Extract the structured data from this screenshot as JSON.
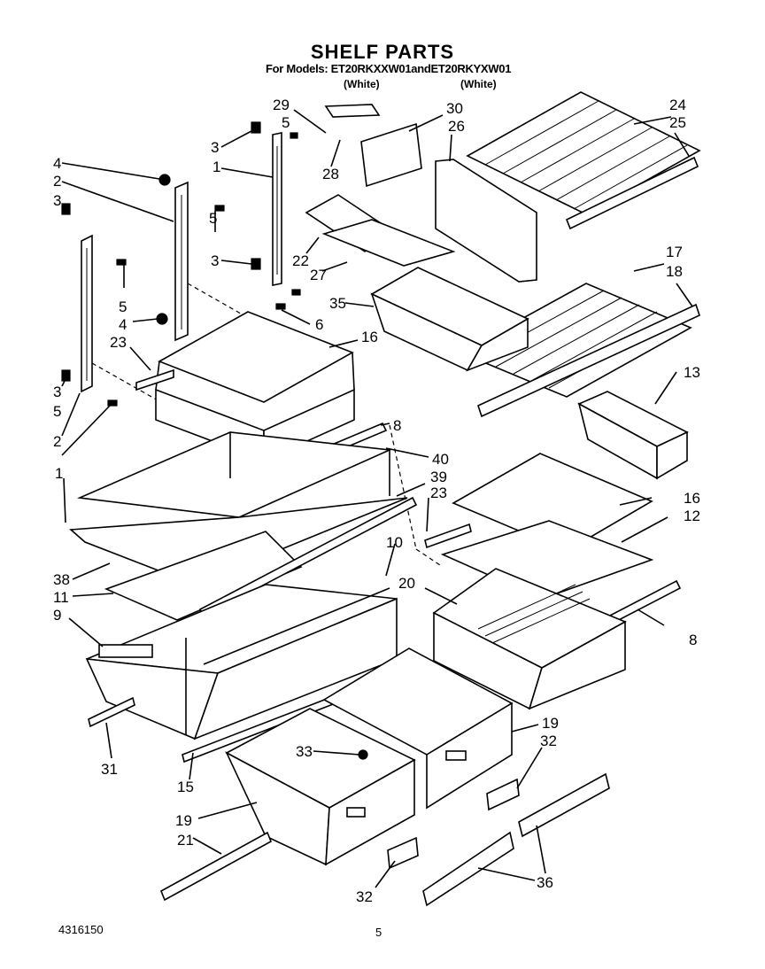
{
  "header": {
    "title": "SHELF PARTS",
    "models_line": "For Models: ET20RKXXW01andET20RKYXW01",
    "color_1": "(White)",
    "color_2": "(White)"
  },
  "callouts": {
    "c1": "1",
    "c2": "2",
    "c3": "3",
    "c4": "4",
    "c5": "5",
    "c6": "6",
    "c8": "8",
    "c9": "9",
    "c10": "10",
    "c11": "11",
    "c12": "12",
    "c13": "13",
    "c15": "15",
    "c16": "16",
    "c17": "17",
    "c18": "18",
    "c19": "19",
    "c20": "20",
    "c21": "21",
    "c22": "22",
    "c23": "23",
    "c24": "24",
    "c25": "25",
    "c26": "26",
    "c27": "27",
    "c28": "28",
    "c29": "29",
    "c30": "30",
    "c31": "31",
    "c32": "32",
    "c33": "33",
    "c35": "35",
    "c36": "36",
    "c38": "38",
    "c39": "39",
    "c40": "40"
  },
  "footer": {
    "doc_number": "4316150",
    "page_number": "5"
  }
}
